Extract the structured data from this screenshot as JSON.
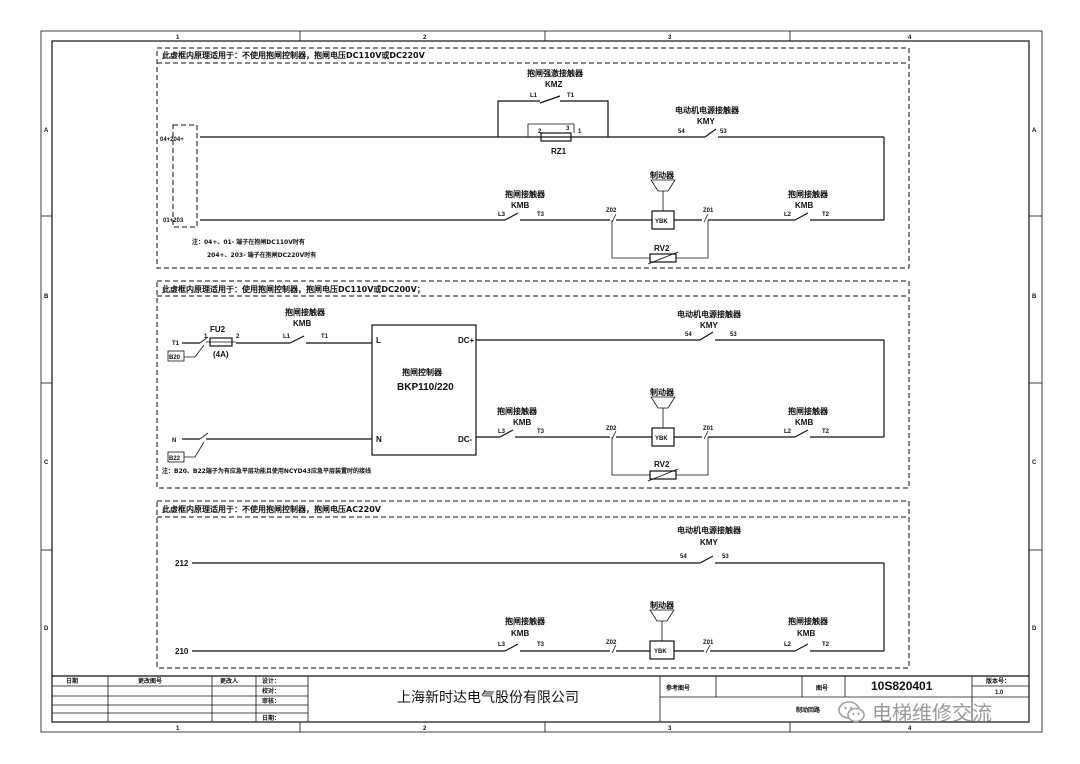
{
  "grid": {
    "cols": [
      "1",
      "2",
      "3",
      "4"
    ],
    "rows": [
      "A",
      "B",
      "C",
      "D"
    ]
  },
  "box1": {
    "title": "此虚框内原理适用于：不使用抱闸控制器，抱闸电压DC110V或DC220V",
    "kmz_name": "抱闸强激接触器",
    "kmz_tag": "KMZ",
    "l1": "L1",
    "t1": "T1",
    "rz_tag": "RZ1",
    "rz_pin1": "1",
    "rz_pin2": "2",
    "rz_pin3": "3",
    "term_top": "04+204+",
    "term_bot": "01+203",
    "kmy_name": "电动机电源接触器",
    "kmy_tag": "KMY",
    "kmy_p1": "54",
    "kmy_p2": "53",
    "kmb_name": "抱闸接触器",
    "kmb_tag": "KMB",
    "l3": "L3",
    "t3": "T3",
    "l2": "L2",
    "t2": "T2",
    "brake_name": "制动器",
    "ybk": "YBK",
    "z02": "Z02",
    "z01": "Z01",
    "rv": "RV2",
    "note1": "注：04+、01- 端子在抱闸DC110V时有",
    "note2": "204+、203- 端子在抱闸DC220V时有"
  },
  "box2": {
    "title": "此虚框内原理适用于：使用抱闸控制器，抱闸电压DC110V或DC200V；",
    "t1": "T1",
    "n": "N",
    "b20": "B20",
    "b22": "B22",
    "fu_tag": "FU2",
    "fu_val": "(4A)",
    "fu_p1": "1",
    "fu_p2": "2",
    "kmb_name": "抱闸接触器",
    "kmb_tag": "KMB",
    "l1": "L1",
    "t1b": "T1",
    "ctrl_l": "L",
    "ctrl_n": "N",
    "ctrl_dcp": "DC+",
    "ctrl_dcm": "DC-",
    "ctrl_name": "抱闸控制器",
    "ctrl_model": "BKP110/220",
    "kmy_name": "电动机电源接触器",
    "kmy_tag": "KMY",
    "kmy_p1": "54",
    "kmy_p2": "53",
    "kmb2_name": "抱闸接触器",
    "kmb2_tag": "KMB",
    "l3": "L3",
    "t3": "T3",
    "brake_name": "制动器",
    "ybk": "YBK",
    "z02": "Z02",
    "z01": "Z01",
    "rv": "RV2",
    "kmb3_name": "抱闸接触器",
    "kmb3_tag": "KMB",
    "l2": "L2",
    "t2": "T2",
    "note": "注：B20、B22端子为有应急平层功能且使用NCYD43应急平层装置时的接线"
  },
  "box3": {
    "title": "此虚框内原理适用于：不使用抱闸控制器，抱闸电压AC220V",
    "t212": "212",
    "t210": "210",
    "kmy_name": "电动机电源接触器",
    "kmy_tag": "KMY",
    "kmy_p1": "54",
    "kmy_p2": "53",
    "kmb_name": "抱闸接触器",
    "kmb_tag": "KMB",
    "l3": "L3",
    "t3": "T3",
    "brake_name": "制动器",
    "ybk": "YBK",
    "z02": "Z02",
    "z01": "Z01",
    "kmb2_name": "抱闸接触器",
    "kmb2_tag": "KMB",
    "l2": "L2",
    "t2": "T2"
  },
  "titleblock": {
    "date": "日期",
    "change_no": "更改图号",
    "changer": "更改人",
    "design": "设计：",
    "check": "校对：",
    "review": "审核：",
    "dt": "日期：",
    "company": "上海新时达电气股份有限公司",
    "ref_no": "参考图号",
    "drawing_no_label": "图号",
    "drawing_no": "10S820401",
    "version_label": "版本号：",
    "version": "1.0",
    "circuit": "制动回路"
  },
  "watermark": {
    "text": "电梯维修交流",
    "icon": "wechat-icon"
  }
}
